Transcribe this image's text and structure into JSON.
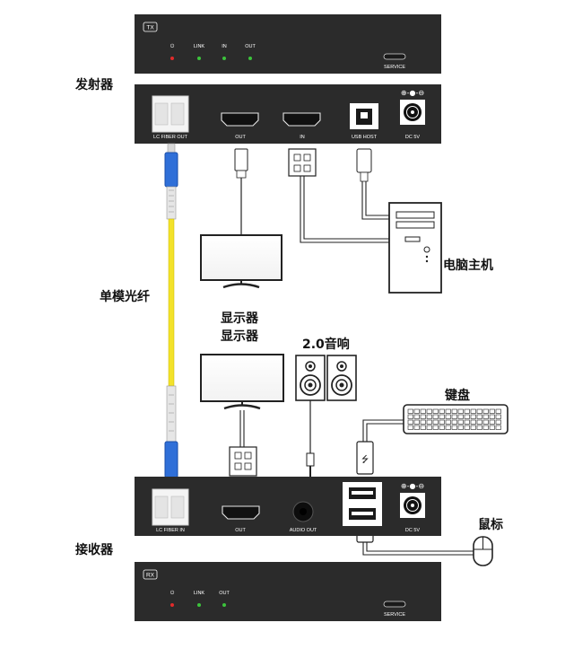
{
  "tx_panel": {
    "badge": "TX",
    "indicators": [
      {
        "label": "⏻",
        "color": "#e12b2b"
      },
      {
        "label": "LINK",
        "color": "#3cc43c"
      },
      {
        "label": "IN",
        "color": "#3cc43c"
      },
      {
        "label": "OUT",
        "color": "#3cc43c"
      }
    ],
    "service_label": "SERVICE"
  },
  "transmitter": {
    "title": "发射器",
    "ports": {
      "fiber": "LC FIBER OUT",
      "out": "OUT",
      "in": "IN",
      "usb": "USB HOST",
      "dc": "DC 5V"
    }
  },
  "receiver": {
    "title": "接收器",
    "ports": {
      "fiber": "LC FIBER IN",
      "out": "OUT",
      "audio": "AUDIO OUT",
      "dc": "DC 5V"
    }
  },
  "rx_panel": {
    "badge": "RX",
    "indicators": [
      {
        "label": "⏻",
        "color": "#e12b2b"
      },
      {
        "label": "LINK",
        "color": "#3cc43c"
      },
      {
        "label": "OUT",
        "color": "#3cc43c"
      }
    ],
    "service_label": "SERVICE"
  },
  "labels": {
    "computer": "电脑主机",
    "fiber": "单模光纤",
    "monitor_1": "显示器",
    "monitor_2": "显示器",
    "speakers": "2.0音响",
    "keyboard": "键盘",
    "mouse": "鼠标"
  },
  "colors": {
    "device_body": "#2b2b2b",
    "fiber_cable": "#f3e22a",
    "fiber_connector": "#2f6fd8",
    "led_power": "#e12b2b",
    "led_status": "#3cc43c"
  },
  "icons": {
    "usb": "usb-icon",
    "power_port": "dc-power-icon",
    "power_led": "power-icon"
  }
}
